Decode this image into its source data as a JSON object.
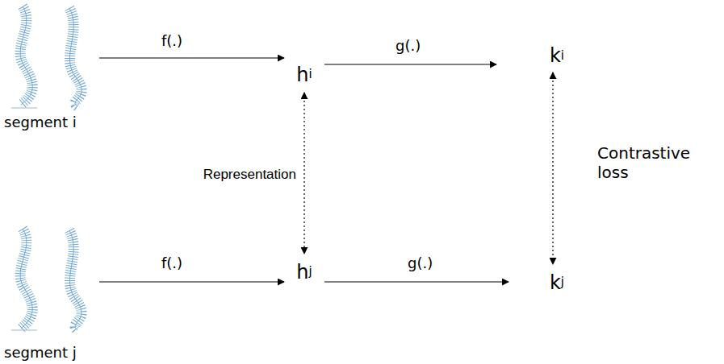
{
  "diagram": {
    "nodes": [
      {
        "text": [
          "segment i"
        ]
      },
      {
        "text": [
          "h",
          "i"
        ]
      },
      {
        "text": [
          "k",
          "i"
        ]
      },
      {
        "text": [
          "segment j"
        ]
      },
      {
        "text": [
          "h",
          "j"
        ]
      },
      {
        "text": [
          "k",
          "j"
        ]
      }
    ],
    "edges": [
      {
        "from": 0,
        "to": 1,
        "arrow": "to",
        "label": "f(.)"
      },
      {
        "from": 1,
        "to": 2,
        "arrow": "to",
        "label": "g(.)"
      },
      {
        "from": 1,
        "to": 4,
        "arrow": "both",
        "label": "Representation"
      },
      {
        "from": 2,
        "to": 5,
        "arrow": "both",
        "label": "Contrastive loss"
      },
      {
        "from": 3,
        "to": 4,
        "arrow": "to",
        "label": "f(.)"
      },
      {
        "from": 4,
        "to": 5,
        "arrow": "to",
        "label": "g(.)"
      }
    ]
  }
}
